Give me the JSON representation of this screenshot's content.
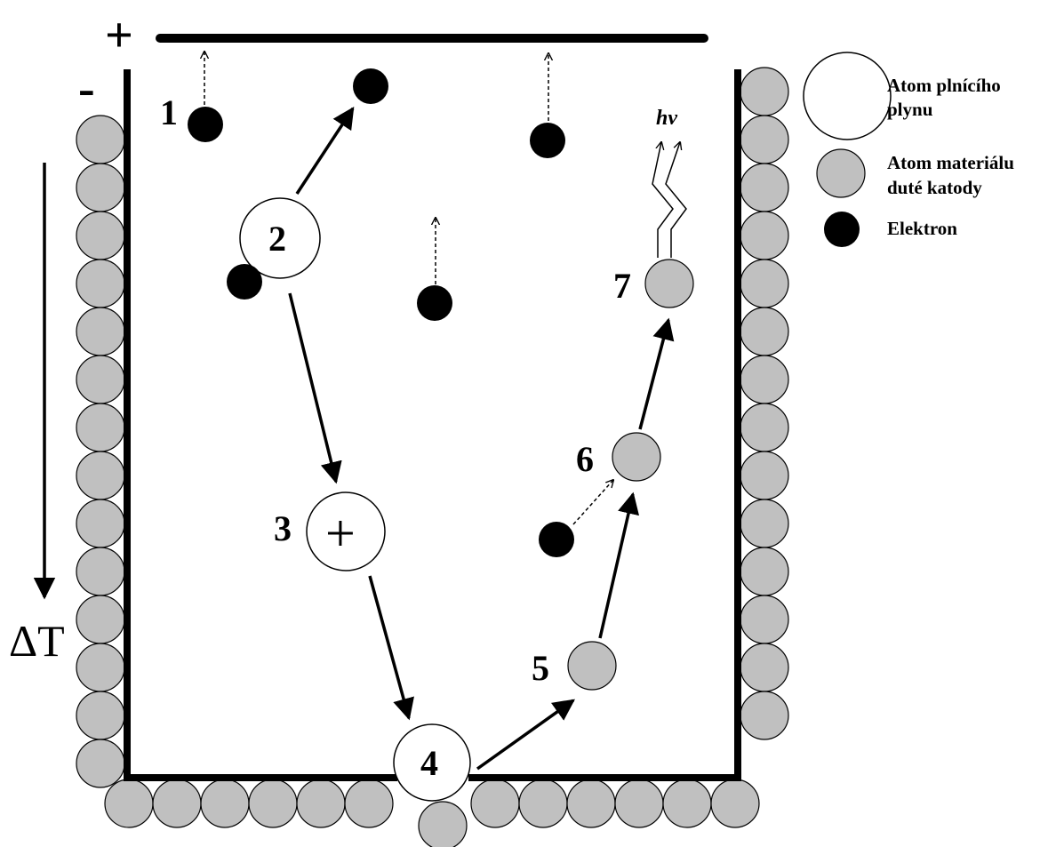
{
  "diagram": {
    "anode_sign": "+",
    "cathode_sign": "-",
    "temperature_label": "ΔT",
    "photon_label": "hν",
    "steps": [
      "1",
      "2",
      "3",
      "4",
      "5",
      "6",
      "7"
    ],
    "ion_charge": "+",
    "legend": [
      {
        "marker": "filler-gas-atom",
        "line1": "Atom plnícího",
        "line2": "plynu"
      },
      {
        "marker": "cathode-material-atom",
        "line1": "Atom materiálu",
        "line2": "duté katody"
      },
      {
        "marker": "electron",
        "line1": "Elektron",
        "line2": ""
      }
    ],
    "colors": {
      "line": "#000000",
      "gas_atom": "#ffffff",
      "cathode_atom": "#c0c0c0",
      "electron": "#000000"
    }
  }
}
